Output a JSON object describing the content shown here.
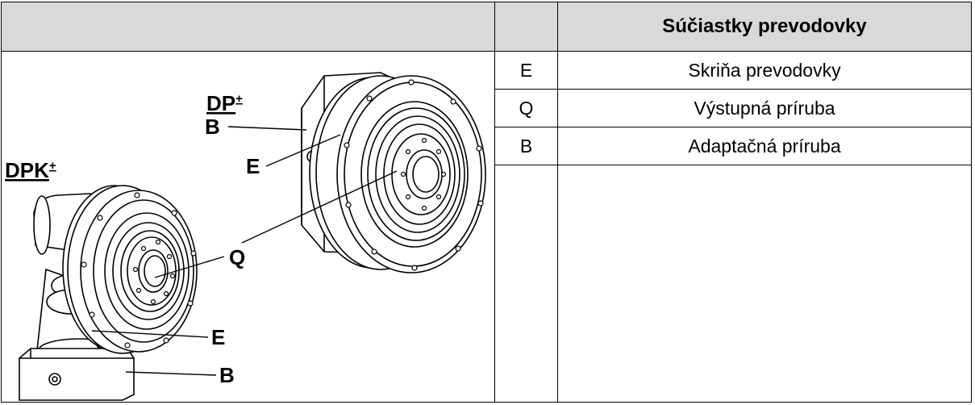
{
  "header": {
    "figure_cell": "",
    "code_cell": "",
    "title": "Súčiastky prevodovky"
  },
  "parts": [
    {
      "code": "E",
      "name": "Skriňa prevodovky"
    },
    {
      "code": "Q",
      "name": "Výstupná príruba"
    },
    {
      "code": "B",
      "name": "Adaptačná príruba"
    }
  ],
  "figure": {
    "label_dp": "DP",
    "label_dp_sup": "+",
    "label_dpk": "DPK",
    "label_dpk_sup": "+",
    "callout_b_top": "B",
    "callout_e_top": "E",
    "callout_q": "Q",
    "callout_e_bottom": "E",
    "callout_b_bottom": "B"
  }
}
